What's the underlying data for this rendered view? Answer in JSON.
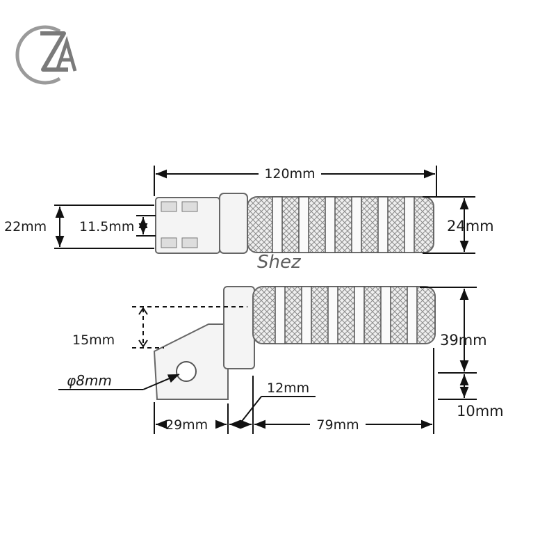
{
  "logo": {
    "text": "ZA",
    "accent_color": "#9a9a9a"
  },
  "watermark": {
    "text": "Shez"
  },
  "dimensions": {
    "total_length": "120mm",
    "outer_height_left": "22mm",
    "slot_width": "11.5mm",
    "grip_diameter": "24mm",
    "mount_drop": "15mm",
    "overall_height": "39mm",
    "pin_hole": "φ8mm",
    "gap": "12mm",
    "bracket_length": "29mm",
    "grip_length": "79mm",
    "lower_height": "10mm"
  },
  "colors": {
    "line": "#111111",
    "part_fill": "#f4f4f4",
    "part_outline": "#666666"
  }
}
